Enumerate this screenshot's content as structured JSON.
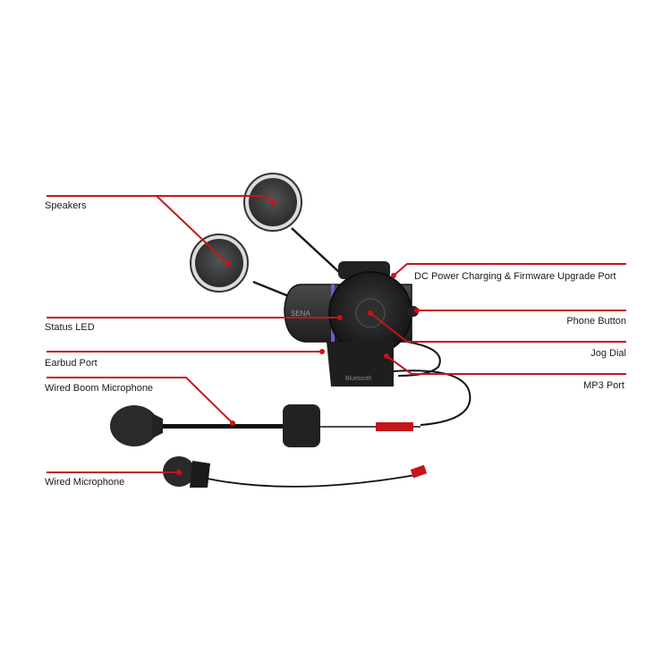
{
  "diagram": {
    "accent_color": "#c4161c",
    "device_brand": "SENA",
    "bluetooth_text": "Bluetooth",
    "labels_left": [
      {
        "id": "speakers",
        "text": "Speakers"
      },
      {
        "id": "status-led",
        "text": "Status LED"
      },
      {
        "id": "earbud-port",
        "text": "Earbud Port"
      },
      {
        "id": "wired-boom-microphone",
        "text": "Wired Boom Microphone"
      },
      {
        "id": "wired-microphone",
        "text": "Wired Microphone"
      }
    ],
    "labels_right": [
      {
        "id": "dc-power-port",
        "text": "DC Power Charging & Firmware Upgrade Port"
      },
      {
        "id": "phone-button",
        "text": "Phone Button"
      },
      {
        "id": "jog-dial",
        "text": "Jog Dial"
      },
      {
        "id": "mp3-port",
        "text": "MP3 Port"
      }
    ]
  }
}
